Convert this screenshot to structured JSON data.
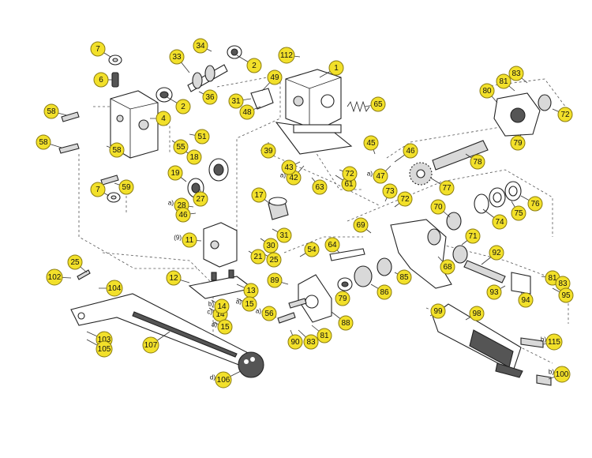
{
  "badges": [
    {
      "label": "1"
    },
    {
      "label": "2"
    },
    {
      "label": "2"
    },
    {
      "label": "4"
    },
    {
      "label": "6"
    },
    {
      "label": "7"
    },
    {
      "label": "7"
    },
    {
      "label": "11",
      "prefix": "(9)"
    },
    {
      "label": "12"
    },
    {
      "label": "13"
    },
    {
      "label": "14",
      "prefix": "c)"
    },
    {
      "label": "14",
      "prefix": "b)"
    },
    {
      "label": "15",
      "prefix": "a)"
    },
    {
      "label": "15",
      "prefix": "a)"
    },
    {
      "label": "17"
    },
    {
      "label": "18"
    },
    {
      "label": "19"
    },
    {
      "label": "21"
    },
    {
      "label": "25"
    },
    {
      "label": "25"
    },
    {
      "label": "27"
    },
    {
      "label": "28",
      "prefix": "a)"
    },
    {
      "label": "30"
    },
    {
      "label": "31"
    },
    {
      "label": "31"
    },
    {
      "label": "33"
    },
    {
      "label": "34"
    },
    {
      "label": "36"
    },
    {
      "label": "39"
    },
    {
      "label": "42",
      "prefix": "a)"
    },
    {
      "label": "43"
    },
    {
      "label": "45"
    },
    {
      "label": "46"
    },
    {
      "label": "46"
    },
    {
      "label": "47",
      "prefix": "a)"
    },
    {
      "label": "48"
    },
    {
      "label": "49"
    },
    {
      "label": "51"
    },
    {
      "label": "54"
    },
    {
      "label": "55"
    },
    {
      "label": "56",
      "prefix": "a)"
    },
    {
      "label": "58"
    },
    {
      "label": "58"
    },
    {
      "label": "58"
    },
    {
      "label": "59"
    },
    {
      "label": "61"
    },
    {
      "label": "63"
    },
    {
      "label": "64"
    },
    {
      "label": "65"
    },
    {
      "label": "68"
    },
    {
      "label": "69"
    },
    {
      "label": "70"
    },
    {
      "label": "71"
    },
    {
      "label": "72"
    },
    {
      "label": "72"
    },
    {
      "label": "72"
    },
    {
      "label": "73"
    },
    {
      "label": "74"
    },
    {
      "label": "75"
    },
    {
      "label": "76"
    },
    {
      "label": "77"
    },
    {
      "label": "78"
    },
    {
      "label": "79"
    },
    {
      "label": "79"
    },
    {
      "label": "80"
    },
    {
      "label": "81"
    },
    {
      "label": "81"
    },
    {
      "label": "81"
    },
    {
      "label": "83"
    },
    {
      "label": "83"
    },
    {
      "label": "83"
    },
    {
      "label": "85"
    },
    {
      "label": "86"
    },
    {
      "label": "88"
    },
    {
      "label": "89"
    },
    {
      "label": "90"
    },
    {
      "label": "92"
    },
    {
      "label": "93"
    },
    {
      "label": "94"
    },
    {
      "label": "95"
    },
    {
      "label": "98"
    },
    {
      "label": "99"
    },
    {
      "label": "100",
      "prefix": "b)"
    },
    {
      "label": "102"
    },
    {
      "label": "103"
    },
    {
      "label": "104"
    },
    {
      "label": "105"
    },
    {
      "label": "106",
      "prefix": "d)"
    },
    {
      "label": "107"
    },
    {
      "label": "112"
    },
    {
      "label": "115",
      "prefix": "b)"
    }
  ]
}
